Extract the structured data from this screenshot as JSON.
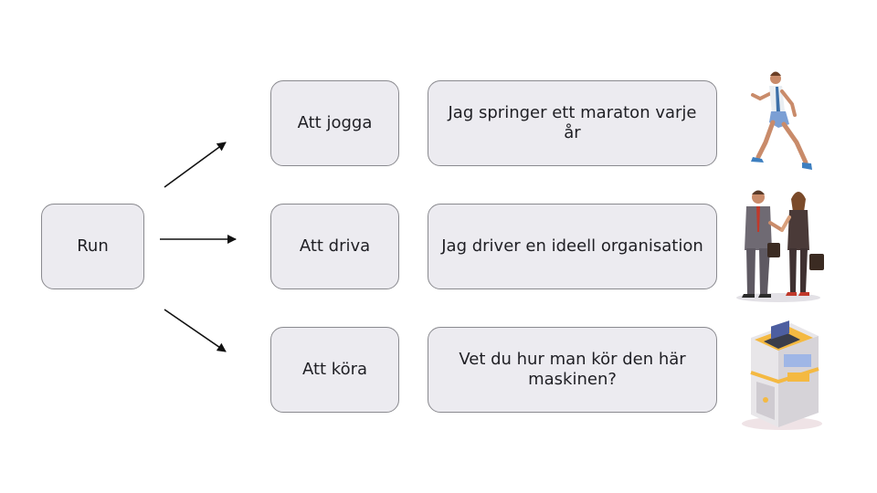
{
  "root": {
    "label": "Run"
  },
  "rows": [
    {
      "verb": "Att jogga",
      "example": "Jag springer ett maraton varje år",
      "icon": "runner-icon"
    },
    {
      "verb": "Att driva",
      "example": "Jag driver en ideell organisation",
      "icon": "businesspeople-icon"
    },
    {
      "verb": "Att köra",
      "example": "Vet du hur man kör den här\nmaskinen?",
      "icon": "machine-icon"
    }
  ],
  "colors": {
    "box_fill": "#ecebf0",
    "box_border": "#8a8a8f",
    "arrow": "#111111",
    "background": "#ffffff"
  }
}
